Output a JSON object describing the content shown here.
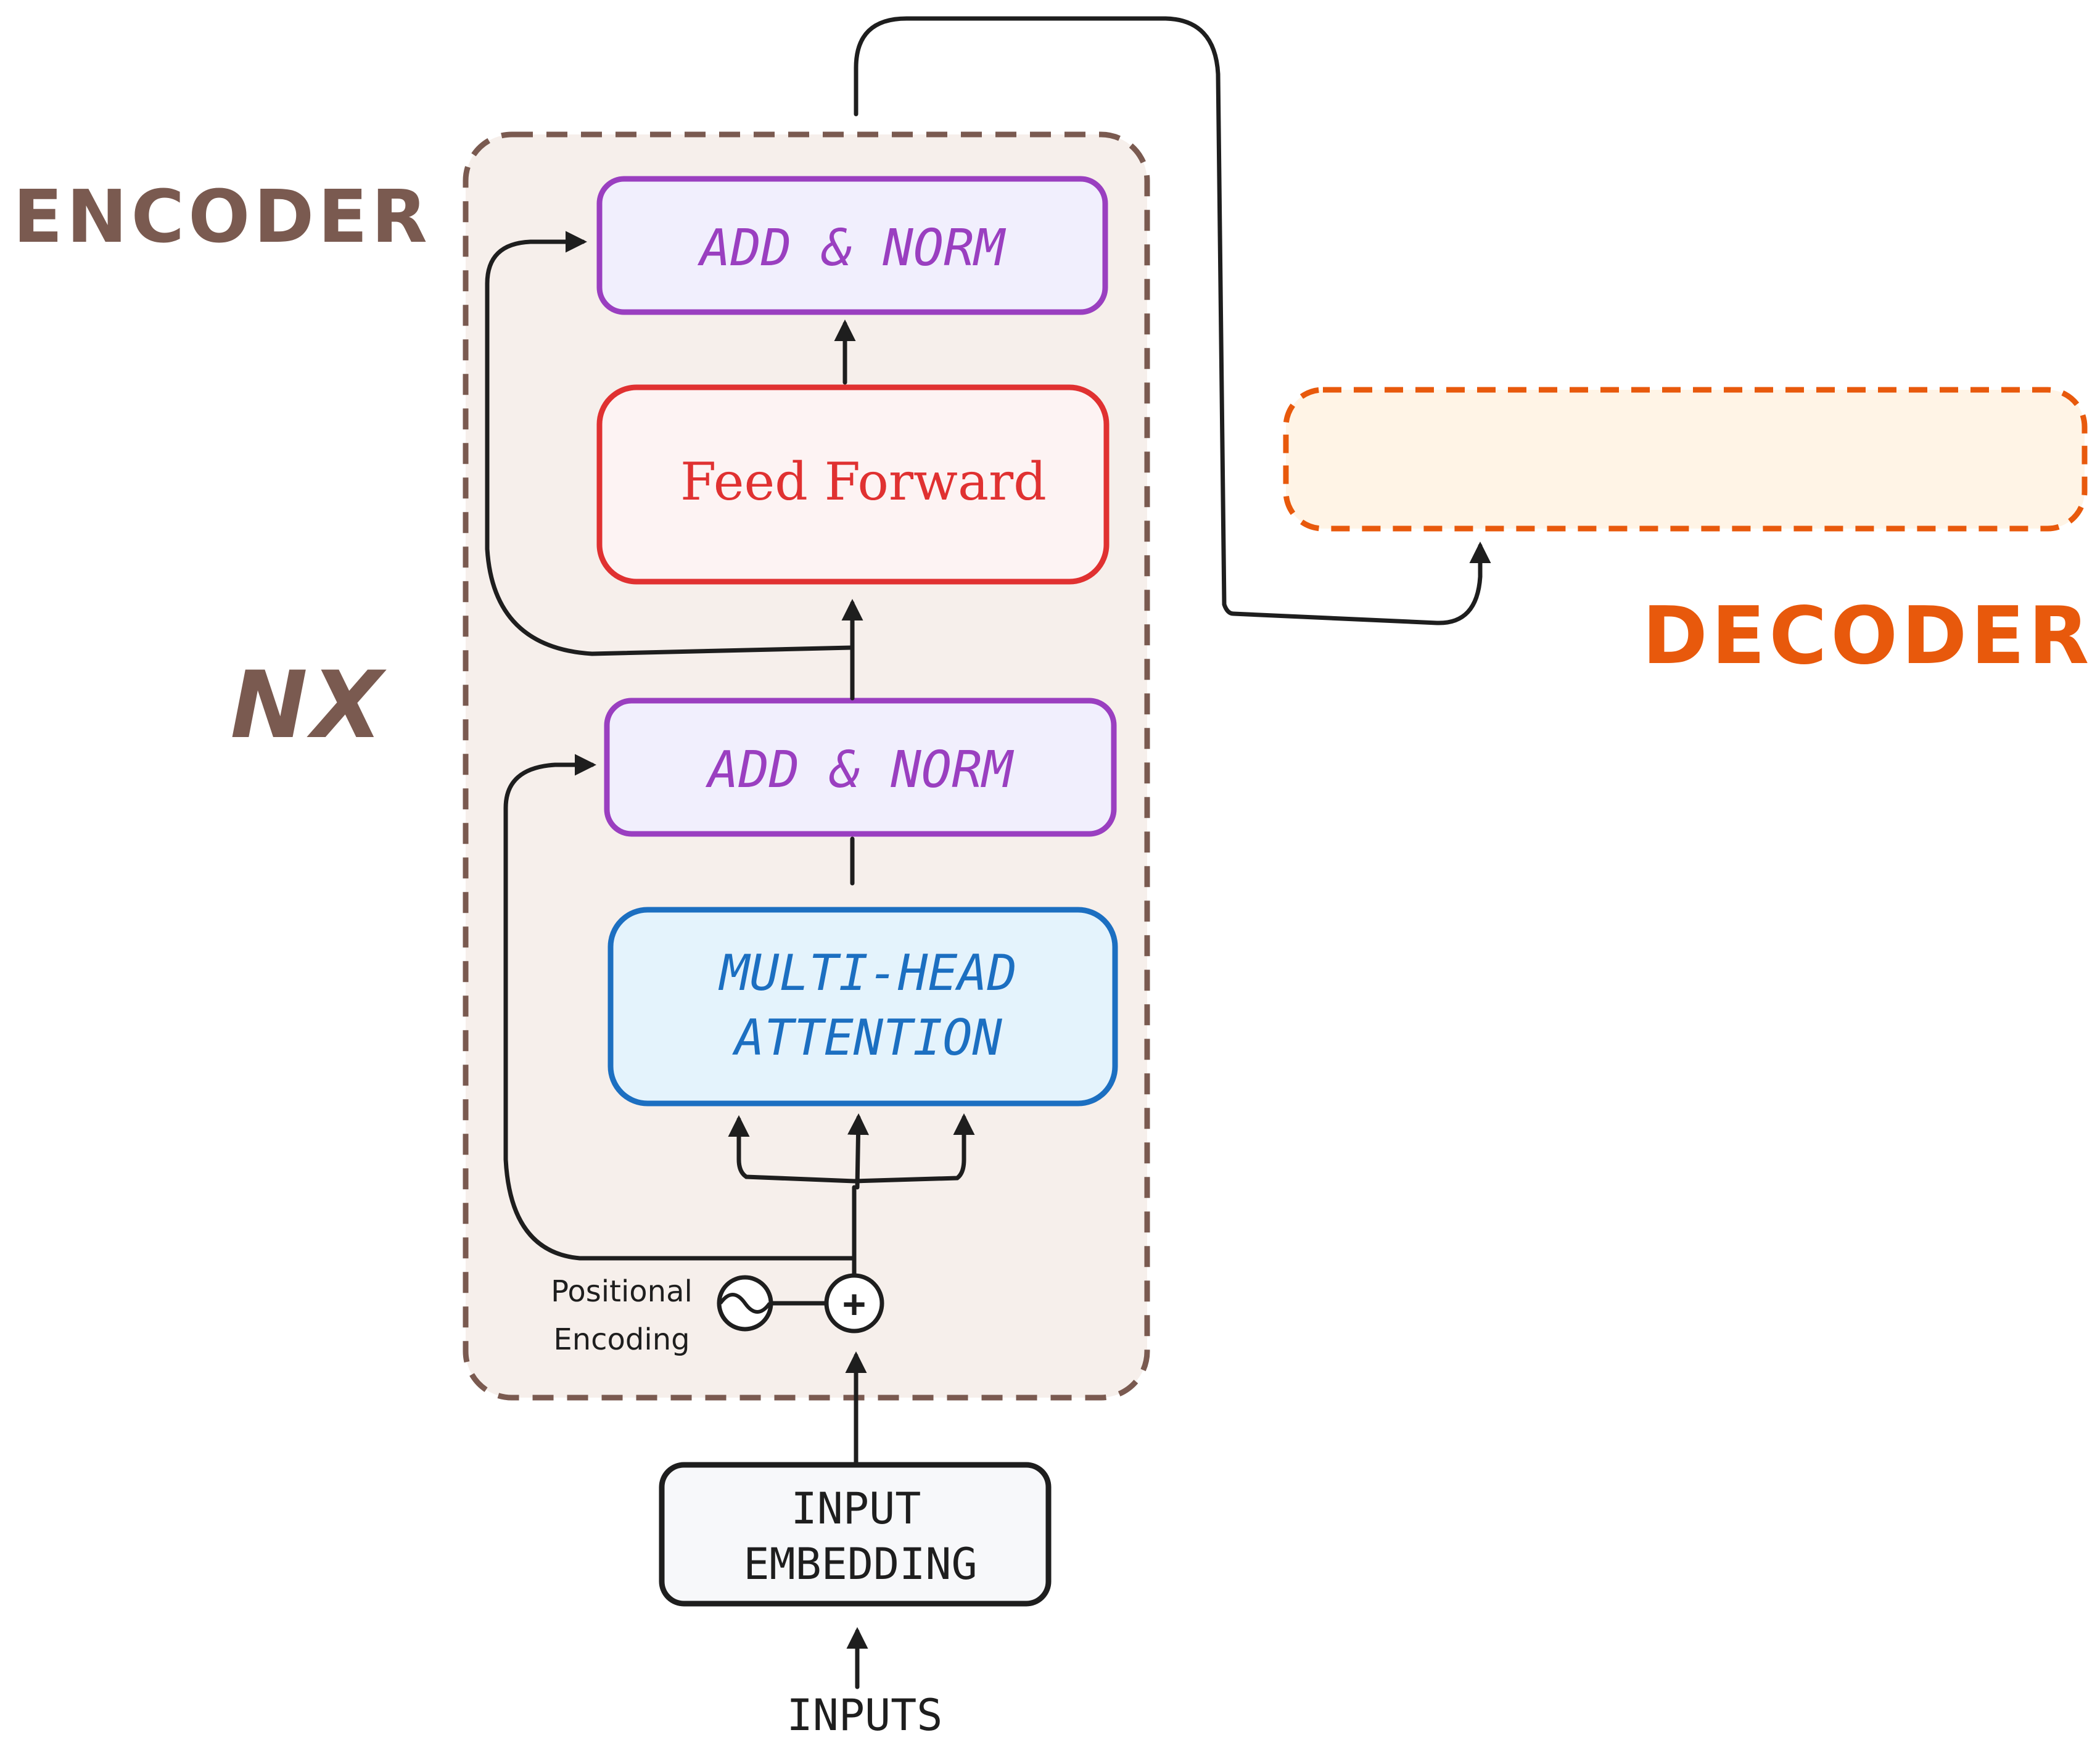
{
  "encoder_label": "ENCODER",
  "nx_label": "NX",
  "decoder_label": "DECODER",
  "blocks": {
    "add_norm_top": "ADD & NORM",
    "feed_forward": "Feed Forward",
    "add_norm_bottom": "ADD & NORM",
    "multi_head_line1": "MULTI-HEAD",
    "multi_head_line2": "ATTENTION",
    "input_embedding_line1": "INPUT",
    "input_embedding_line2": "EMBEDDING"
  },
  "positional_encoding_line1": "Positional",
  "positional_encoding_line2": "Encoding",
  "plus_symbol": "+",
  "inputs_label": "INPUTS",
  "colors": {
    "encoder_brown": "#7a5a50",
    "encoder_fill": "#f6efeb",
    "norm_purple": "#9a3fc0",
    "norm_fill": "#f1effd",
    "ff_red": "#e03131",
    "ff_fill": "#fdf3f3",
    "mha_blue": "#1c6fc1",
    "mha_fill": "#e4f3fc",
    "embed_fill": "#f7f8fa",
    "decoder_orange": "#e8590c",
    "decoder_fill": "#fff4e6",
    "ink": "#1e1e1e"
  }
}
